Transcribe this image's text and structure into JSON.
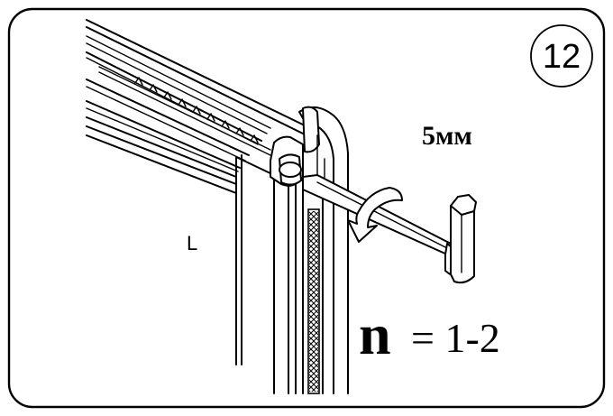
{
  "step": {
    "number": "12"
  },
  "tool": {
    "size_label": "5мм"
  },
  "repeat": {
    "letter": "n",
    "rest": "= 1-2"
  },
  "side": {
    "label": "L"
  }
}
